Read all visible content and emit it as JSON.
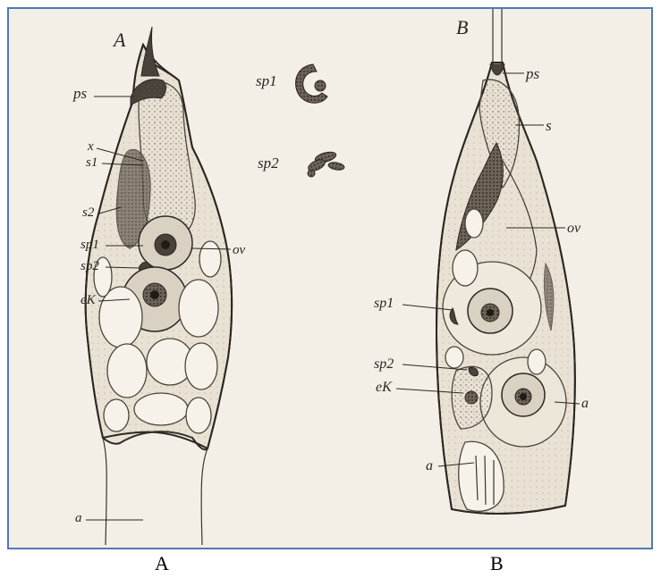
{
  "figure_A": {
    "panel_letter": "A",
    "labels": {
      "ps": "ps",
      "x": "x",
      "s1": "s1",
      "s2": "s2",
      "sp1": "sp1",
      "sp2": "sp2",
      "ek": "eK",
      "ov": "ov",
      "a": "a"
    }
  },
  "figure_B": {
    "panel_letter": "B",
    "labels": {
      "ps": "ps",
      "s": "s",
      "ov": "ov",
      "sp1": "sp1",
      "sp2": "sp2",
      "ek": "eK",
      "a_right": "a",
      "a_left": "a"
    }
  },
  "inset": {
    "sp1": "sp1",
    "sp2": "sp2"
  },
  "captions": {
    "left": "A",
    "right": "B"
  }
}
